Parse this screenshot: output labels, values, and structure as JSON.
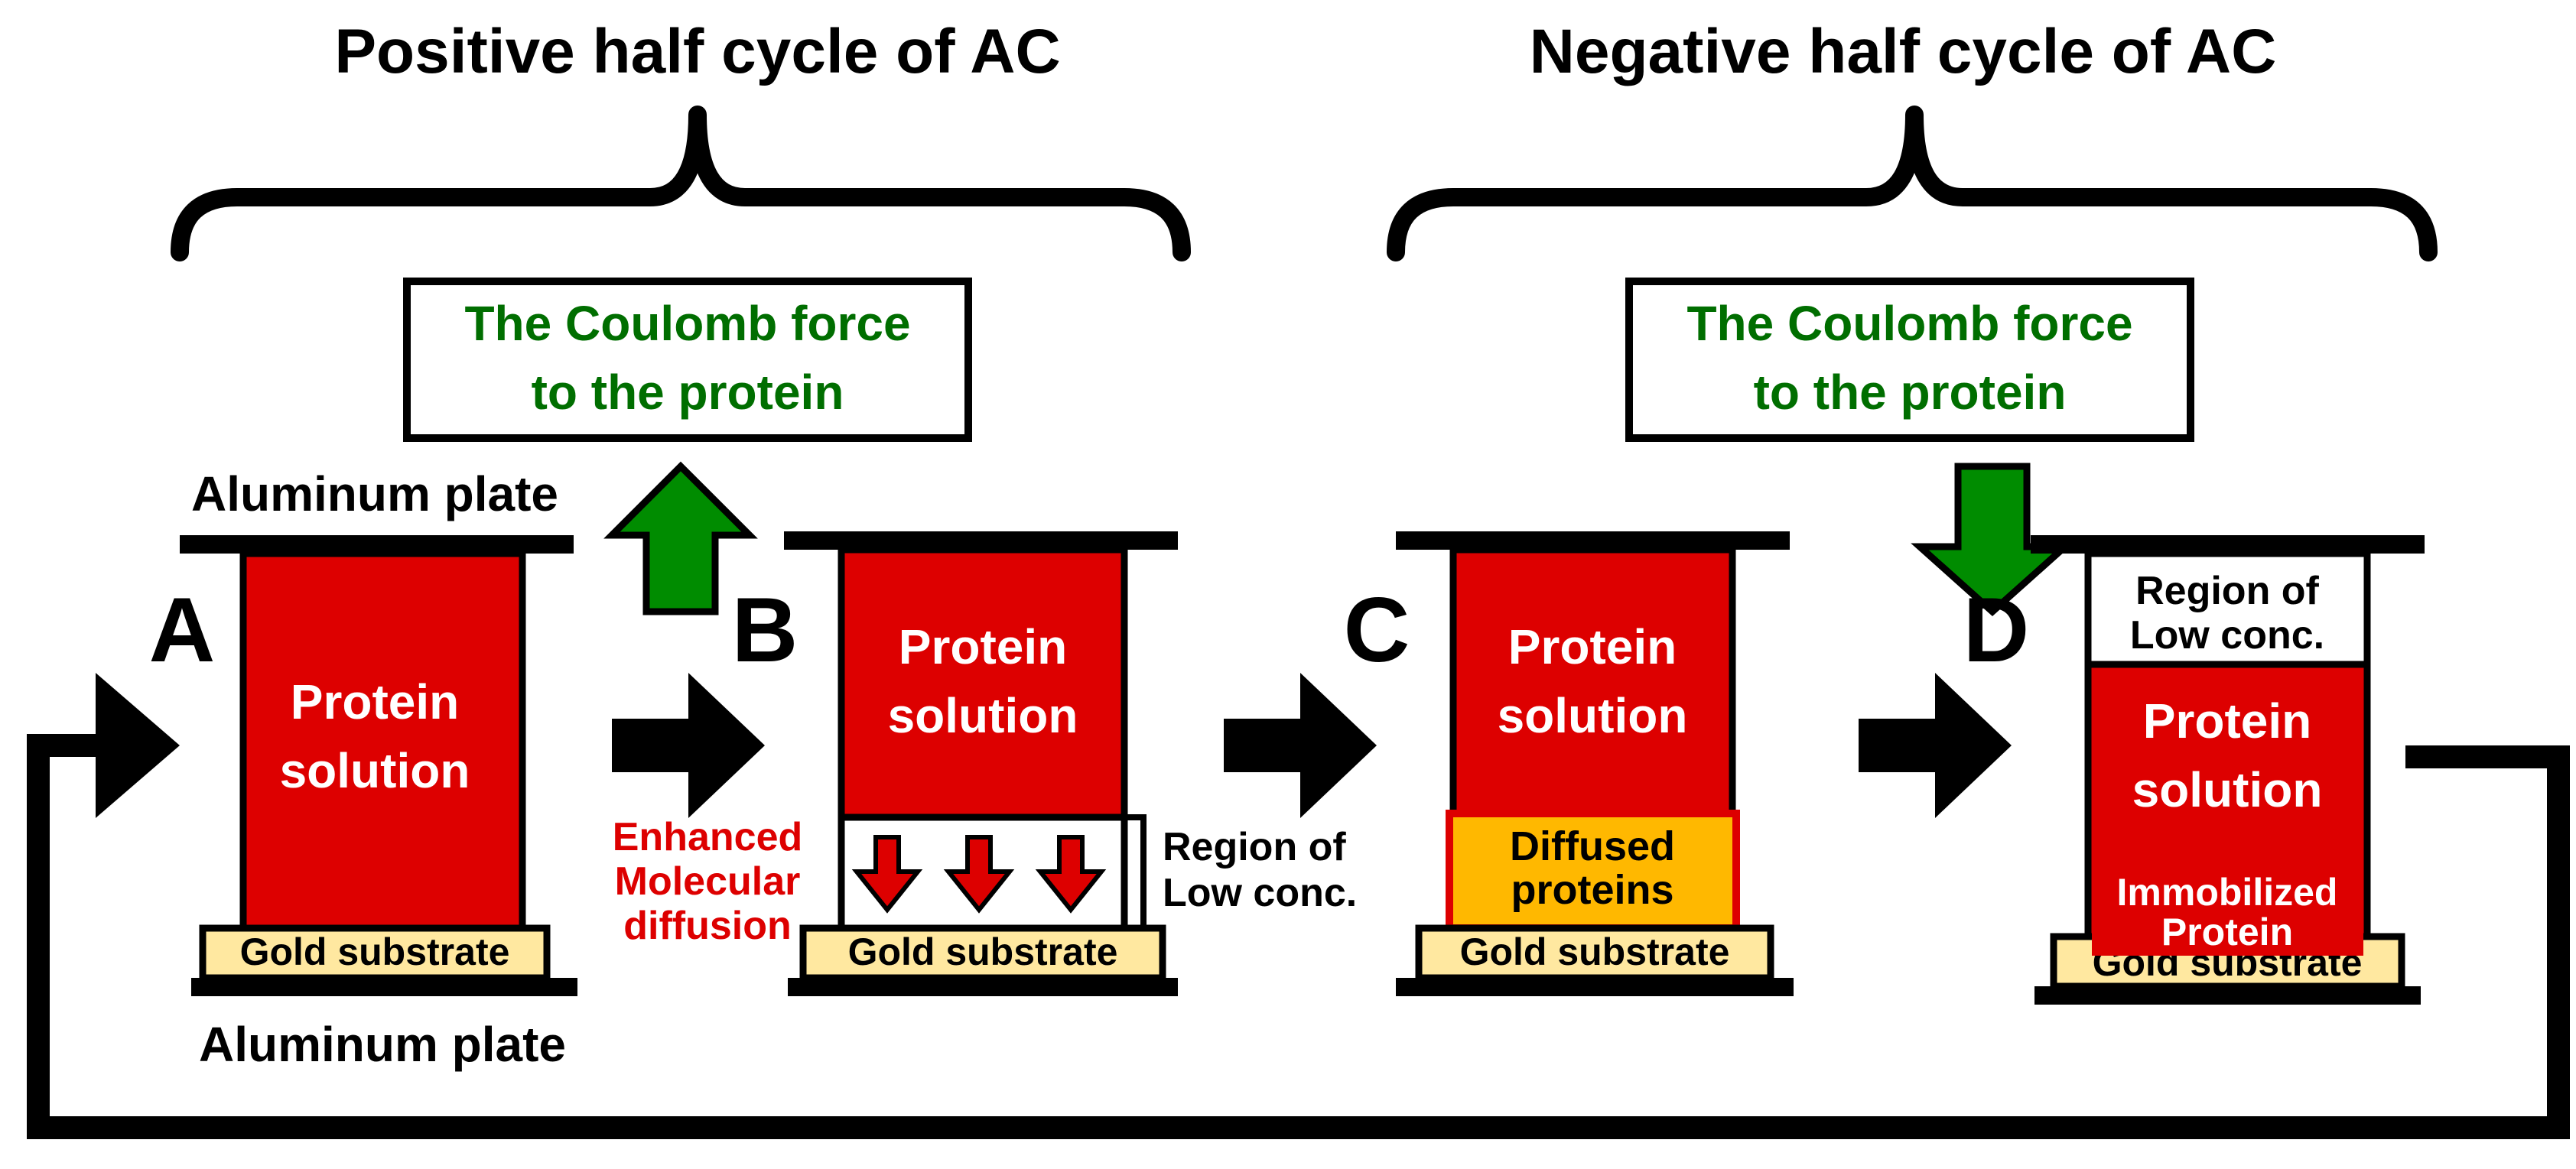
{
  "headings": {
    "positive": "Positive half cycle of AC",
    "negative": "Negative half cycle of AC"
  },
  "coulomb_box": {
    "line1": "The Coulomb force",
    "line2": "to the protein"
  },
  "stages": {
    "A": {
      "letter": "A"
    },
    "B": {
      "letter": "B"
    },
    "C": {
      "letter": "C"
    },
    "D": {
      "letter": "D"
    }
  },
  "labels": {
    "aluminum_plate": "Aluminum plate",
    "gold_substrate": "Gold substrate",
    "protein_line1": "Protein",
    "protein_line2": "solution",
    "region_line1": "Region of",
    "region_line2": "Low conc.",
    "enhanced_line1": "Enhanced",
    "enhanced_line2": "Molecular",
    "enhanced_line3": "diffusion",
    "diffused_line1": "Diffused",
    "diffused_line2": "proteins",
    "immobilized_line1": "Immobilized",
    "immobilized_line2": "Protein"
  },
  "icons": {
    "force_up": "arrow-up-icon",
    "force_down": "arrow-down-icon",
    "step": "arrow-right-icon",
    "diffusion": "arrow-down-icon"
  },
  "colors": {
    "protein_red": "#dd0000",
    "force_green": "#008c00",
    "coulomb_text_green": "#006e00",
    "gold_fill": "#ffe8a0",
    "diffused_fill": "#ffb800",
    "enhanced_text_red": "#dd0000",
    "ink": "#000000"
  }
}
